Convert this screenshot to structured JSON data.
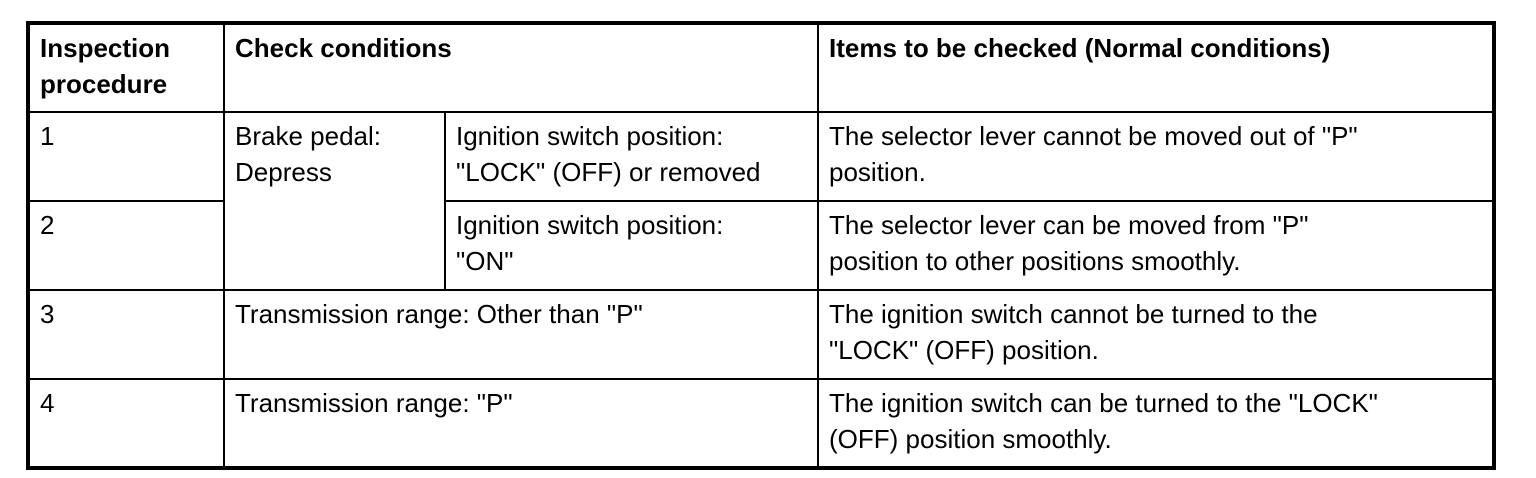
{
  "table": {
    "headers": {
      "inspection_procedure": "Inspection\nprocedure",
      "check_conditions": "Check conditions",
      "items_to_be_checked": "Items to be checked (Normal conditions)"
    },
    "rows": [
      {
        "procedure": "1",
        "check_condition_1": "Brake pedal:\nDepress",
        "check_condition_2": "Ignition switch position:\n\"LOCK\" (OFF) or removed",
        "item": "The selector lever cannot be moved out of \"P\"\nposition."
      },
      {
        "procedure": "2",
        "check_condition_2": "Ignition switch position:\n\"ON\"",
        "item": "The selector lever can be moved from \"P\"\nposition to other positions smoothly."
      },
      {
        "procedure": "3",
        "check_condition": "Transmission range: Other than \"P\"",
        "item": "The ignition switch cannot be turned to the\n\"LOCK\" (OFF) position."
      },
      {
        "procedure": "4",
        "check_condition": "Transmission range: \"P\"",
        "item": "The ignition switch can be turned to the \"LOCK\"\n(OFF) position smoothly."
      }
    ],
    "border_color": "#000000",
    "background_color": "#ffffff"
  }
}
